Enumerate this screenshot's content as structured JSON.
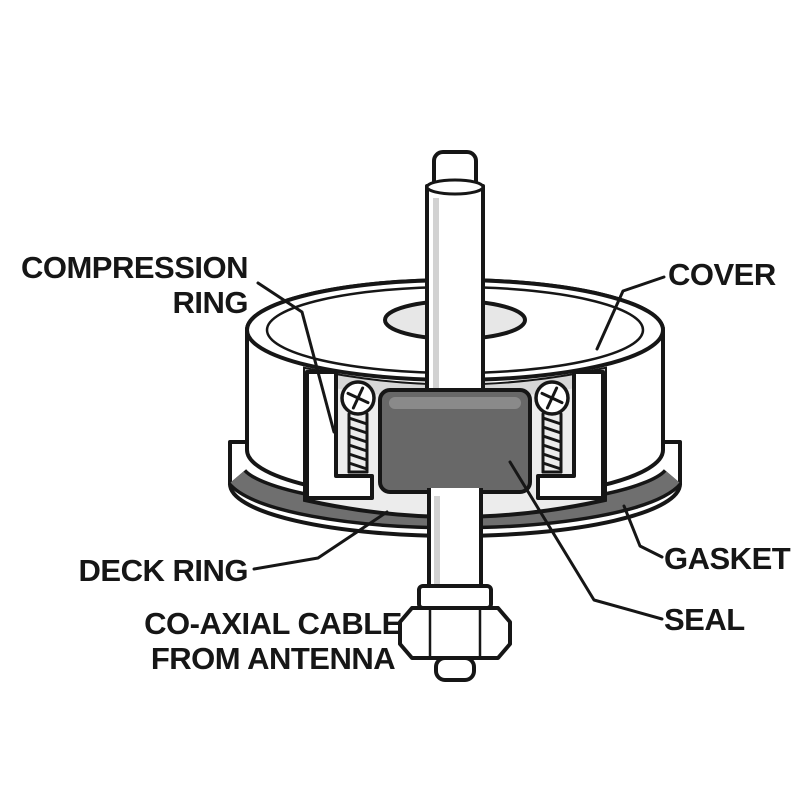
{
  "labels": {
    "compression_ring": {
      "line1": "COMPRESSION",
      "line2": "RING"
    },
    "cover": "COVER",
    "deck_ring": "DECK RING",
    "gasket": "GASKET",
    "seal": "SEAL",
    "coax": {
      "line1": "CO-AXIAL CABLE",
      "line2": "FROM ANTENNA"
    }
  },
  "colors": {
    "background": "#ffffff",
    "outline": "#161616",
    "label_text": "#161616",
    "seal_fill": "#686868",
    "gasket_fill": "#6f6f6f",
    "interior_fill": "#ececec"
  }
}
